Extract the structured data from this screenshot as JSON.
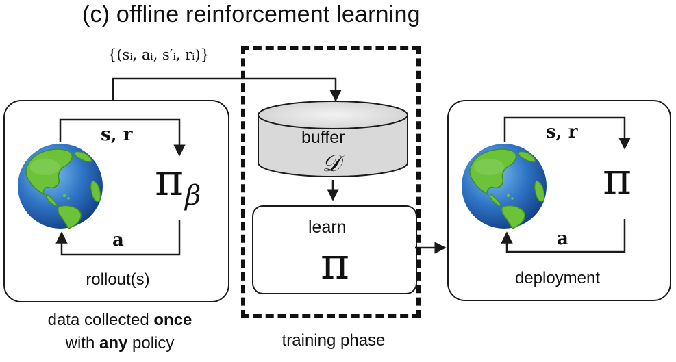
{
  "title": "(c) offline reinforcement learning",
  "dataset_label": "{(sᵢ, aᵢ, s′ᵢ, rᵢ)}",
  "left_panel": {
    "state_reward": "s, r",
    "action": "a",
    "policy": "π",
    "policy_subscript": "β",
    "caption": "rollout(s)"
  },
  "buffer": {
    "label": "buffer",
    "symbol": "𝒟"
  },
  "learn": {
    "label": "learn",
    "policy": "π"
  },
  "right_panel": {
    "state_reward": "s, r",
    "action": "a",
    "policy": "π",
    "caption": "deployment"
  },
  "bottom_left_caption": {
    "line1_prefix": "data collected ",
    "line1_bold": "once",
    "line2_prefix": "with ",
    "line2_bold": "any",
    "line2_suffix": " policy"
  },
  "training_caption": "training phase",
  "colors": {
    "ocean": "#2563b8",
    "ocean_light": "#5fa8e6",
    "land": "#6cc33a",
    "land_dark": "#3f8f24",
    "buffer_fill": "#d9d9d9",
    "line": "#1a1a1a"
  },
  "icons": [
    "earth-globe-icon",
    "database-cylinder-icon"
  ]
}
